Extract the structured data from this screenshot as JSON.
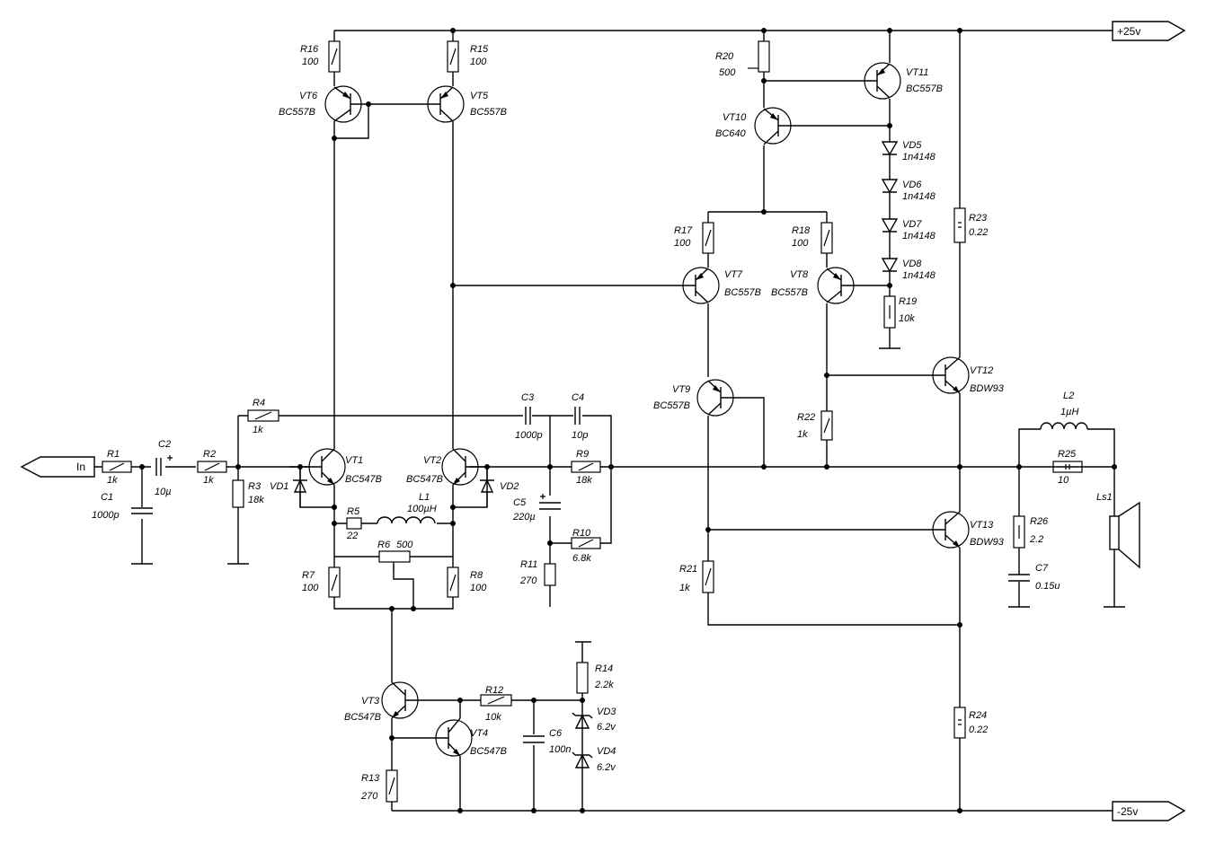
{
  "rails": {
    "positive": "+25v",
    "negative": "-25v",
    "input": "In"
  },
  "components": [
    {
      "id": "R1",
      "ref": "R1",
      "value": "1k"
    },
    {
      "id": "C2",
      "ref": "C2",
      "value": "10µ"
    },
    {
      "id": "C1",
      "ref": "C1",
      "value": "1000p"
    },
    {
      "id": "R2",
      "ref": "R2",
      "value": "1k"
    },
    {
      "id": "R3",
      "ref": "R3",
      "value": "18k"
    },
    {
      "id": "R4",
      "ref": "R4",
      "value": "1k"
    },
    {
      "id": "R16",
      "ref": "R16",
      "value": "100"
    },
    {
      "id": "R15",
      "ref": "R15",
      "value": "100"
    },
    {
      "id": "VT6",
      "ref": "VT6",
      "value": "BC557B"
    },
    {
      "id": "VT5",
      "ref": "VT5",
      "value": "BC557B"
    },
    {
      "id": "VT1",
      "ref": "VT1",
      "value": "BC547B"
    },
    {
      "id": "VT2",
      "ref": "VT2",
      "value": "BC547B"
    },
    {
      "id": "VD1",
      "ref": "VD1",
      "value": ""
    },
    {
      "id": "VD2",
      "ref": "VD2",
      "value": ""
    },
    {
      "id": "R5",
      "ref": "R5",
      "value": "22"
    },
    {
      "id": "L1",
      "ref": "L1",
      "value": "100µH"
    },
    {
      "id": "R6",
      "ref": "R6",
      "value": "500"
    },
    {
      "id": "R7",
      "ref": "R7",
      "value": "100"
    },
    {
      "id": "R8",
      "ref": "R8",
      "value": "100"
    },
    {
      "id": "VT3",
      "ref": "VT3",
      "value": "BC547B"
    },
    {
      "id": "VT4",
      "ref": "VT4",
      "value": "BC547B"
    },
    {
      "id": "R12",
      "ref": "R12",
      "value": "10k"
    },
    {
      "id": "C6",
      "ref": "C6",
      "value": "100n"
    },
    {
      "id": "R14",
      "ref": "R14",
      "value": "2.2k"
    },
    {
      "id": "VD3",
      "ref": "VD3",
      "value": "6.2v"
    },
    {
      "id": "VD4",
      "ref": "VD4",
      "value": "6.2v"
    },
    {
      "id": "R13",
      "ref": "R13",
      "value": "270"
    },
    {
      "id": "C3",
      "ref": "C3",
      "value": "1000p"
    },
    {
      "id": "C4",
      "ref": "C4",
      "value": "10p"
    },
    {
      "id": "R9",
      "ref": "R9",
      "value": "18k"
    },
    {
      "id": "C5",
      "ref": "C5",
      "value": "220µ"
    },
    {
      "id": "R10",
      "ref": "R10",
      "value": "6.8k"
    },
    {
      "id": "R11",
      "ref": "R11",
      "value": "270"
    },
    {
      "id": "R20",
      "ref": "R20",
      "value": "500"
    },
    {
      "id": "VT11",
      "ref": "VT11",
      "value": "BC557B"
    },
    {
      "id": "VT10",
      "ref": "VT10",
      "value": "BC640"
    },
    {
      "id": "VD5",
      "ref": "VD5",
      "value": "1n4148"
    },
    {
      "id": "VD6",
      "ref": "VD6",
      "value": "1n4148"
    },
    {
      "id": "VD7",
      "ref": "VD7",
      "value": "1n4148"
    },
    {
      "id": "VD8",
      "ref": "VD8",
      "value": "1n4148"
    },
    {
      "id": "R17",
      "ref": "R17",
      "value": "100"
    },
    {
      "id": "R18",
      "ref": "R18",
      "value": "100"
    },
    {
      "id": "VT7",
      "ref": "VT7",
      "value": "BC557B"
    },
    {
      "id": "VT8",
      "ref": "VT8",
      "value": "BC557B"
    },
    {
      "id": "R19",
      "ref": "R19",
      "value": "10k"
    },
    {
      "id": "VT9",
      "ref": "VT9",
      "value": "BC557B"
    },
    {
      "id": "R22",
      "ref": "R22",
      "value": "1k"
    },
    {
      "id": "R21",
      "ref": "R21",
      "value": "1k"
    },
    {
      "id": "R23",
      "ref": "R23",
      "value": "0.22"
    },
    {
      "id": "VT12",
      "ref": "VT12",
      "value": "BDW93"
    },
    {
      "id": "VT13",
      "ref": "VT13",
      "value": "BDW93"
    },
    {
      "id": "R24",
      "ref": "R24",
      "value": "0.22"
    },
    {
      "id": "L2",
      "ref": "L2",
      "value": "1µH"
    },
    {
      "id": "R25",
      "ref": "R25",
      "value": "10"
    },
    {
      "id": "R26",
      "ref": "R26",
      "value": "2.2"
    },
    {
      "id": "C7",
      "ref": "C7",
      "value": "0.15u"
    },
    {
      "id": "Ls1",
      "ref": "Ls1",
      "value": ""
    }
  ]
}
